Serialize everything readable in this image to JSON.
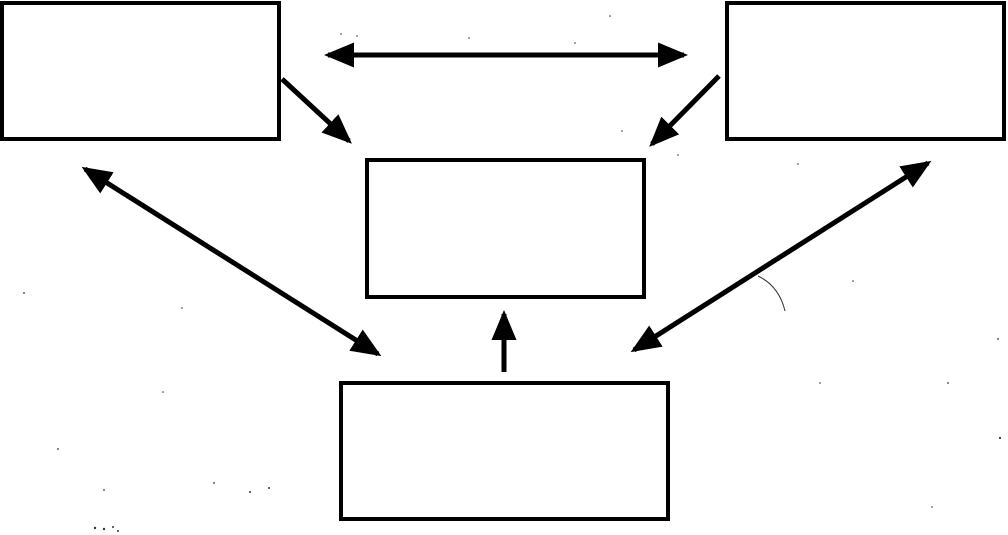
{
  "diagram": {
    "boxes": [
      {
        "id": "top-left",
        "label": ""
      },
      {
        "id": "top-right",
        "label": ""
      },
      {
        "id": "center",
        "label": ""
      },
      {
        "id": "bottom",
        "label": ""
      }
    ],
    "connections": [
      {
        "from": "top-left",
        "to": "top-right",
        "direction": "both"
      },
      {
        "from": "top-left",
        "to": "center",
        "direction": "forward"
      },
      {
        "from": "top-right",
        "to": "center",
        "direction": "forward"
      },
      {
        "from": "top-left",
        "to": "bottom",
        "direction": "both"
      },
      {
        "from": "top-right",
        "to": "bottom",
        "direction": "both"
      },
      {
        "from": "bottom",
        "to": "center",
        "direction": "forward"
      }
    ],
    "colors": {
      "stroke": "#000000",
      "background": "#ffffff"
    }
  }
}
